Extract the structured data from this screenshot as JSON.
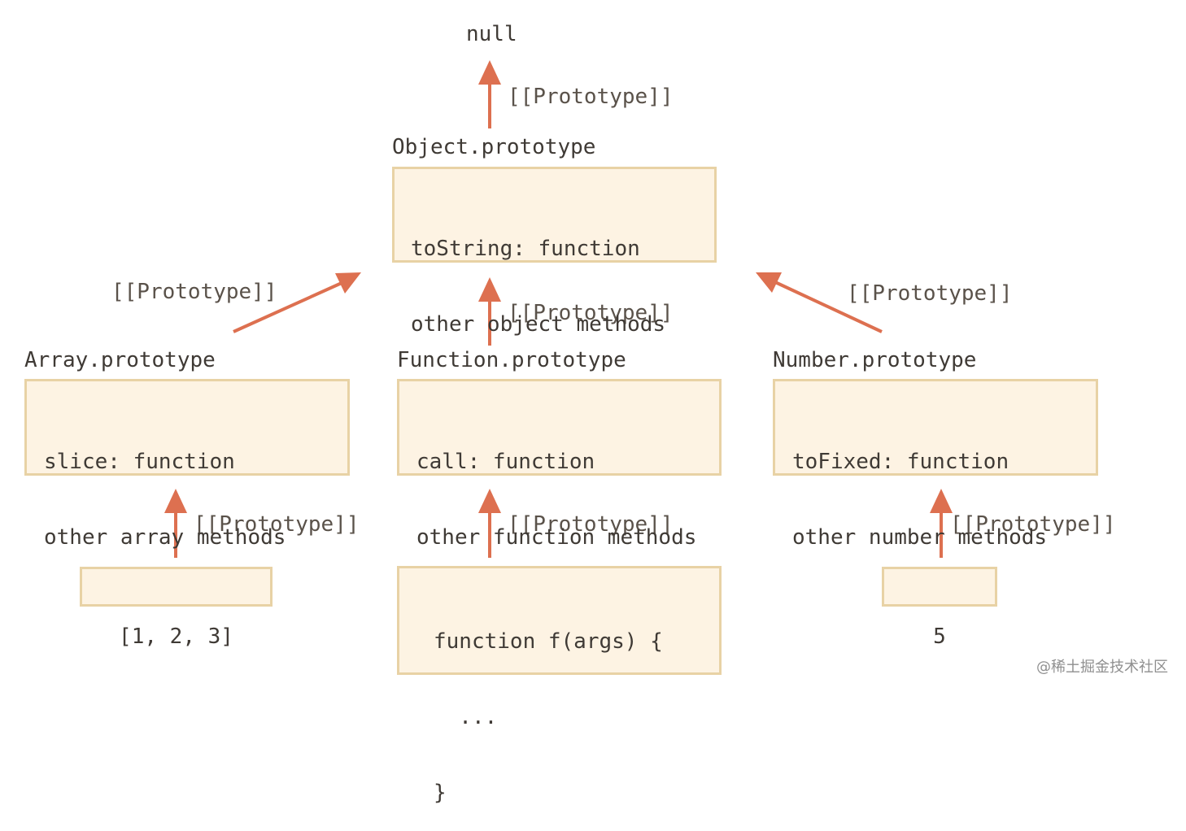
{
  "colors": {
    "arrow": "#dd7050",
    "box_fill": "#fdf3e3",
    "box_border": "#e8d2a5",
    "text": "#3f3a35"
  },
  "nodes": {
    "null": {
      "label": "null"
    },
    "object_prototype": {
      "title": "Object.prototype",
      "lines": [
        "toString: function",
        "other object methods"
      ]
    },
    "array_prototype": {
      "title": "Array.prototype",
      "lines": [
        "slice: function",
        "other array methods"
      ]
    },
    "function_prototype": {
      "title": "Function.prototype",
      "lines": [
        "call: function",
        "other function methods"
      ]
    },
    "number_prototype": {
      "title": "Number.prototype",
      "lines": [
        "toFixed: function",
        "other number methods"
      ]
    },
    "array_instance": {
      "lines": [
        "[1, 2, 3]"
      ]
    },
    "function_instance": {
      "lines": [
        "function f(args) {",
        "  ...",
        "}"
      ]
    },
    "number_instance": {
      "lines": [
        "5"
      ]
    }
  },
  "edges": [
    {
      "from": "object_prototype",
      "to": "null",
      "label": "[[Prototype]]"
    },
    {
      "from": "array_prototype",
      "to": "object_prototype",
      "label": "[[Prototype]]"
    },
    {
      "from": "function_prototype",
      "to": "object_prototype",
      "label": "[[Prototype]]"
    },
    {
      "from": "number_prototype",
      "to": "object_prototype",
      "label": "[[Prototype]]"
    },
    {
      "from": "array_instance",
      "to": "array_prototype",
      "label": "[[Prototype]]"
    },
    {
      "from": "function_instance",
      "to": "function_prototype",
      "label": "[[Prototype]]"
    },
    {
      "from": "number_instance",
      "to": "number_prototype",
      "label": "[[Prototype]]"
    }
  ],
  "watermark": "@稀土掘金技术社区"
}
